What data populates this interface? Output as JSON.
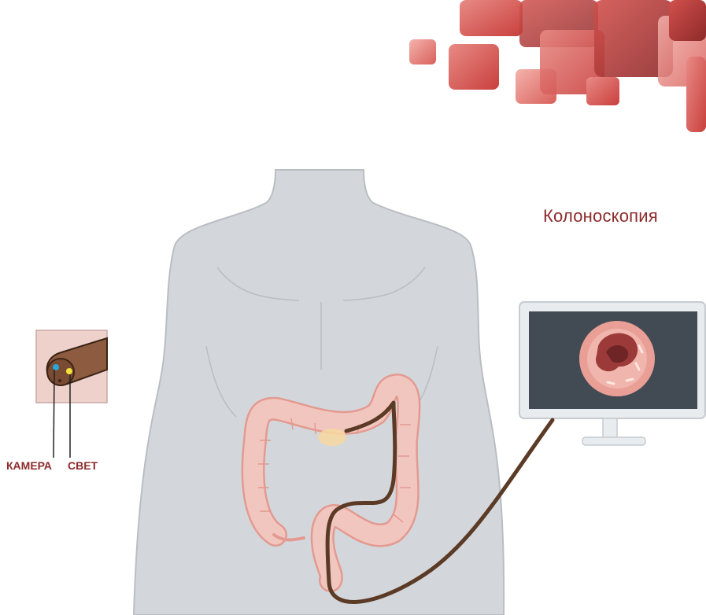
{
  "diagram": {
    "title": "Колоноскопия",
    "labels": {
      "camera": "КАМЕРА",
      "light": "СВЕТ"
    },
    "colors": {
      "title_text": "#8c2b2b",
      "body": "#d3d7db",
      "body_outline": "#b9bec3",
      "colon_fill": "#f1c6bf",
      "colon_outline": "#e39a90",
      "endoscope": "#5b3a26",
      "monitor_frame": "#e9ecee",
      "monitor_screen": "#424b53",
      "camera_dot": "#2aa7d8",
      "light_dot": "#f5e13a"
    },
    "icons": [
      "decorative-squares",
      "torso-silhouette",
      "colon",
      "endoscope-tube",
      "monitor",
      "endoscope-tip-inset"
    ]
  }
}
